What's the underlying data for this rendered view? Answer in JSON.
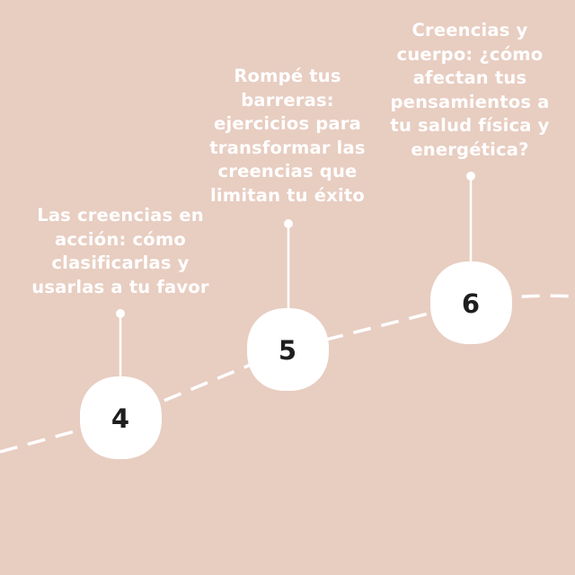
{
  "steps": [
    {
      "number": "4",
      "caption_lines": [
        "Las creencias en",
        "acción: cómo",
        "clasificarlas y",
        "usarlas a tu favor"
      ]
    },
    {
      "number": "5",
      "caption_lines": [
        "Rompé tus",
        "barreras:",
        "ejercicios para",
        "transformar las",
        "creencias que",
        "limitan tu éxito"
      ]
    },
    {
      "number": "6",
      "caption_lines": [
        "Creencias y",
        "cuerpo: ¿cómo",
        "afectan tus",
        "pensamientos a",
        "tu salud física y",
        "energética?"
      ]
    }
  ],
  "colors": {
    "background": "#e8cdc1",
    "path": "#ffffff",
    "node_fill": "#ffffff",
    "number_text": "#1e1e1e",
    "caption_text": "#ffffff"
  }
}
